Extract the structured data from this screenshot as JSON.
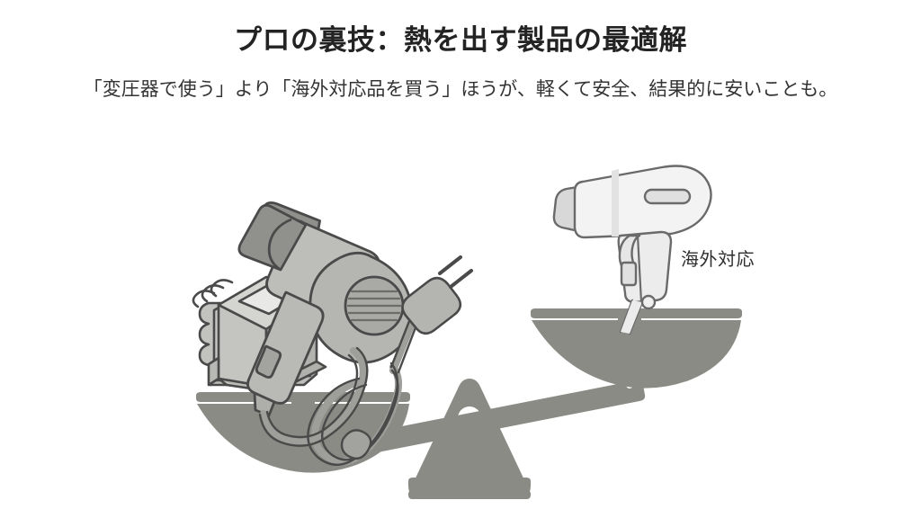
{
  "slide": {
    "background_color": "#ffffff",
    "title": "プロの裏技：熱を出す製品の最適解",
    "subtitle": "「変圧器で使う」より「海外対応品を買う」ほうが、軽くて安全、結果的に安いことも。"
  },
  "colors": {
    "title_text": "#232323",
    "subtitle_text": "#333333",
    "scale_gray": "#8b8b85",
    "scale_gray_light": "#a5a59f",
    "outline_dark": "#4a4a4a",
    "transformer_body": "#c7c7c4",
    "transformer_shade": "#b0b0ad",
    "dryer_left_body": "#b8b8b5",
    "dryer_left_nozzle": "#8e8e8b",
    "dryer_right_body": "#f2f2f2",
    "dryer_right_shade": "#dcdcdc",
    "cord_gray": "#9a9a96"
  },
  "illustration": {
    "name": "balance-scale-comparison",
    "description_pan_left": "変圧器とハンドドライヤー（重い側・下がっている）",
    "description_pan_right": "海外対応ドライヤー（軽い側・上がっている）",
    "tilt": "left-down",
    "left_pan_items": [
      {
        "name": "step-down-transformer",
        "label": "変圧器"
      },
      {
        "name": "hair-dryer-domestic",
        "label": "国内用ドライヤー"
      },
      {
        "name": "power-cord-coiled",
        "label": "電源コード"
      }
    ],
    "right_pan_items": [
      {
        "name": "hair-dryer-dual-voltage",
        "label": "海外対応ドライヤー"
      }
    ],
    "annotation": {
      "name": "overseas-compatible-label",
      "text": "海外対応"
    }
  }
}
